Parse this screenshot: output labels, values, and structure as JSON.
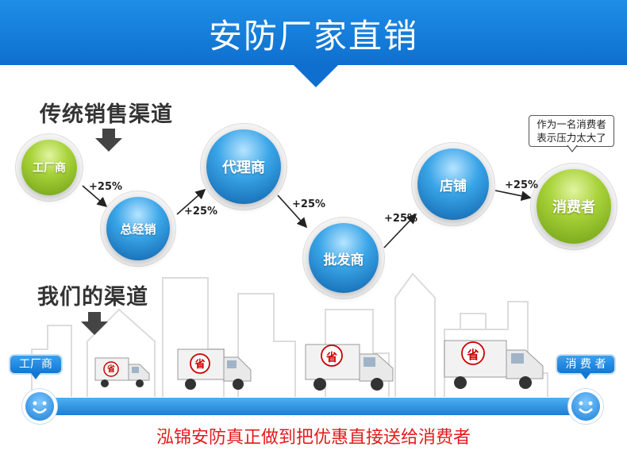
{
  "banner": {
    "title": "安防厂家直销"
  },
  "traditional": {
    "title": "传统销售渠道",
    "nodes": {
      "factory": "工厂商",
      "general": "总经销",
      "agent": "代理商",
      "wholesale": "批发商",
      "store": "店铺",
      "consumer": "消费者"
    },
    "markup": [
      "+25%",
      "+25%",
      "+25%",
      "+25%",
      "+25%"
    ],
    "bubble": {
      "line1": "作为一名消费者",
      "line2": "表示压力太大了"
    }
  },
  "ours": {
    "title": "我们的渠道",
    "factory_tag": "工厂商",
    "consumer_tag": "消 费 者",
    "truck_mark": "省",
    "slogan": "泓锦安防真正做到把优惠直接送给消费者"
  },
  "colors": {
    "banner": "#1e8ee6",
    "green_node": "#a9d33a",
    "blue_node": "#2f93dd",
    "slogan": "#e31b1b"
  }
}
